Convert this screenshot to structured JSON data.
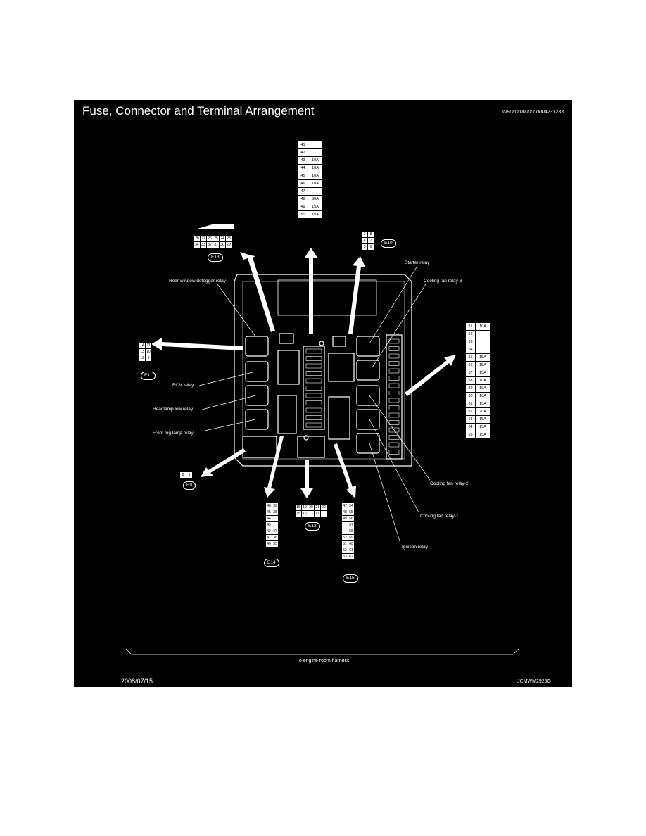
{
  "title": "Fuse, Connector and Terminal Arrangement",
  "info_id": "INFOID:0000000004231233",
  "date": "2008/07/15",
  "figure_code": "JCMWM2925G",
  "harness_label": "To engine room harness",
  "relays": {
    "rear_window_defogger": "Rear window defogger relay",
    "ecm": "ECM relay",
    "headlamp_low": "Headlamp low relay",
    "front_fog": "Front fog lamp relay",
    "starter": "Starter relay",
    "cooling_fan_3": "Cooling fan relay-3",
    "cooling_fan_2": "Cooling fan relay-2",
    "cooling_fan_1": "Cooling fan relay-1",
    "ignition": "Ignition relay"
  },
  "connectors": {
    "E13": "E13",
    "E10": "E10",
    "E11": "E11",
    "E9": "E9",
    "E14": "E14",
    "E12": "E12",
    "E15": "E15"
  },
  "fuse_block_top": [
    {
      "no": "41",
      "amp": ""
    },
    {
      "no": "42",
      "amp": ""
    },
    {
      "no": "43",
      "amp": "10A"
    },
    {
      "no": "44",
      "amp": "10A"
    },
    {
      "no": "45",
      "amp": "10A"
    },
    {
      "no": "46",
      "amp": "10A"
    },
    {
      "no": "47",
      "amp": ""
    },
    {
      "no": "48",
      "amp": "30A"
    },
    {
      "no": "49",
      "amp": "15A"
    },
    {
      "no": "50",
      "amp": "15A"
    }
  ],
  "fuse_block_right": [
    {
      "no": "51",
      "amp": "10A"
    },
    {
      "no": "52",
      "amp": ""
    },
    {
      "no": "53",
      "amp": ""
    },
    {
      "no": "54",
      "amp": ""
    },
    {
      "no": "55",
      "amp": "15A"
    },
    {
      "no": "56",
      "amp": "15A"
    },
    {
      "no": "57",
      "amp": "15A"
    },
    {
      "no": "58",
      "amp": "10A"
    },
    {
      "no": "59",
      "amp": "10A"
    },
    {
      "no": "60",
      "amp": "10A"
    },
    {
      "no": "61",
      "amp": "15A"
    },
    {
      "no": "62",
      "amp": "20A"
    },
    {
      "no": "63",
      "amp": "15A"
    },
    {
      "no": "64",
      "amp": "15A"
    },
    {
      "no": "65",
      "amp": "15A"
    }
  ],
  "e13_rows": [
    [
      "28",
      "27",
      "26",
      "25",
      "24",
      "23"
    ],
    [
      "34",
      "33",
      "32",
      "31",
      "30",
      "29"
    ]
  ],
  "e10_rows": [
    [
      "3",
      "8"
    ],
    [
      "4",
      "7"
    ],
    [
      "5",
      "6"
    ]
  ],
  "e11_rows": [
    [
      "14",
      "11"
    ],
    [
      "13",
      "10"
    ],
    [
      "12",
      "9"
    ]
  ],
  "e9_cells": [
    "2",
    "1"
  ],
  "e14_rows": [
    [
      "46",
      "39"
    ],
    [
      "45",
      "38"
    ],
    [
      "44",
      ""
    ],
    [
      "43",
      ""
    ],
    [
      "42",
      "37"
    ],
    [
      "41",
      "36"
    ],
    [
      "40",
      "35"
    ]
  ],
  "e12_rows": [
    [
      "18",
      "19",
      "20",
      "21",
      "22"
    ],
    [
      "15",
      "16",
      "",
      "17"
    ]
  ],
  "e15_rows": [
    [
      "47",
      "54"
    ],
    [
      "48",
      "55"
    ],
    [
      "49",
      "56"
    ],
    [
      "",
      "57"
    ],
    [
      "",
      "58"
    ],
    [
      "52",
      "59"
    ],
    [
      "51",
      "60"
    ],
    [
      "52",
      "61"
    ],
    [
      "53",
      "62"
    ]
  ]
}
